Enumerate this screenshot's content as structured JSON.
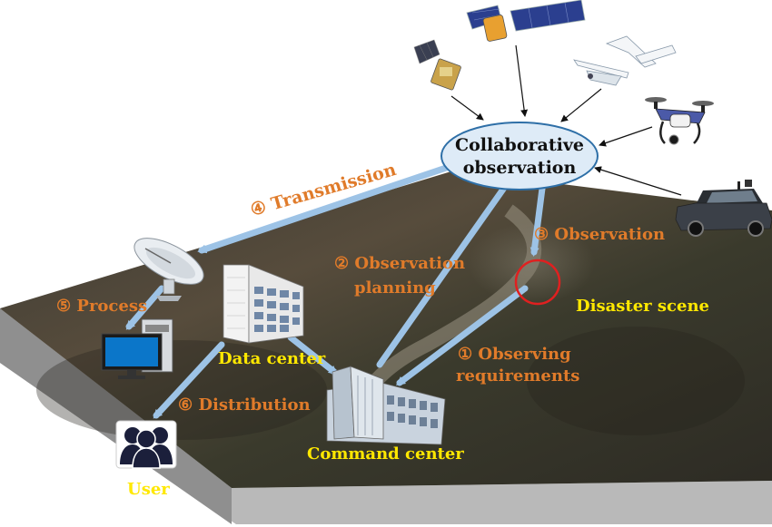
{
  "central_node": {
    "line1": "Collaborative",
    "line2": "observation"
  },
  "steps": {
    "requirements": {
      "line1": "① Observing",
      "line2": "requirements"
    },
    "planning": {
      "line1": "② Observation",
      "line2": "planning"
    },
    "observation": "③ Observation",
    "transmission": "④ Transmission",
    "process": "⑤ Process",
    "distribution": "⑥ Distribution"
  },
  "places": {
    "disaster_scene": "Disaster scene",
    "data_center": "Data center",
    "command_center": "Command center",
    "user": "User"
  },
  "icons": [
    "satellite-icon",
    "small-satellite-icon",
    "fixed-wing-uav-icon",
    "drone-icon",
    "vehicle-icon",
    "satellite-dish-icon",
    "computer-icon",
    "data-center-building-icon",
    "command-center-building-icon",
    "user-group-icon"
  ],
  "colors": {
    "step_label": "#e07b2a",
    "place_label": "#ffe800",
    "flow_arrow": "#9dc3e6",
    "ellipse_fill": "#deebf7",
    "ellipse_stroke": "#2e6fa7",
    "disaster_circle": "#e02020"
  }
}
